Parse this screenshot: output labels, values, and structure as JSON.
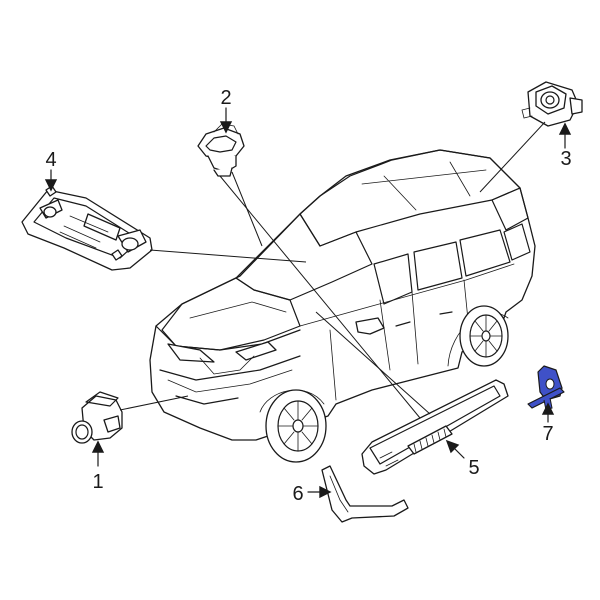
{
  "callouts": {
    "c1": "1",
    "c2": "2",
    "c3": "3",
    "c4": "4",
    "c5": "5",
    "c6": "6",
    "c7": "7"
  },
  "colors": {
    "line": "#1a1a1a",
    "highlight": "#3f51c8",
    "background": "#ffffff"
  }
}
